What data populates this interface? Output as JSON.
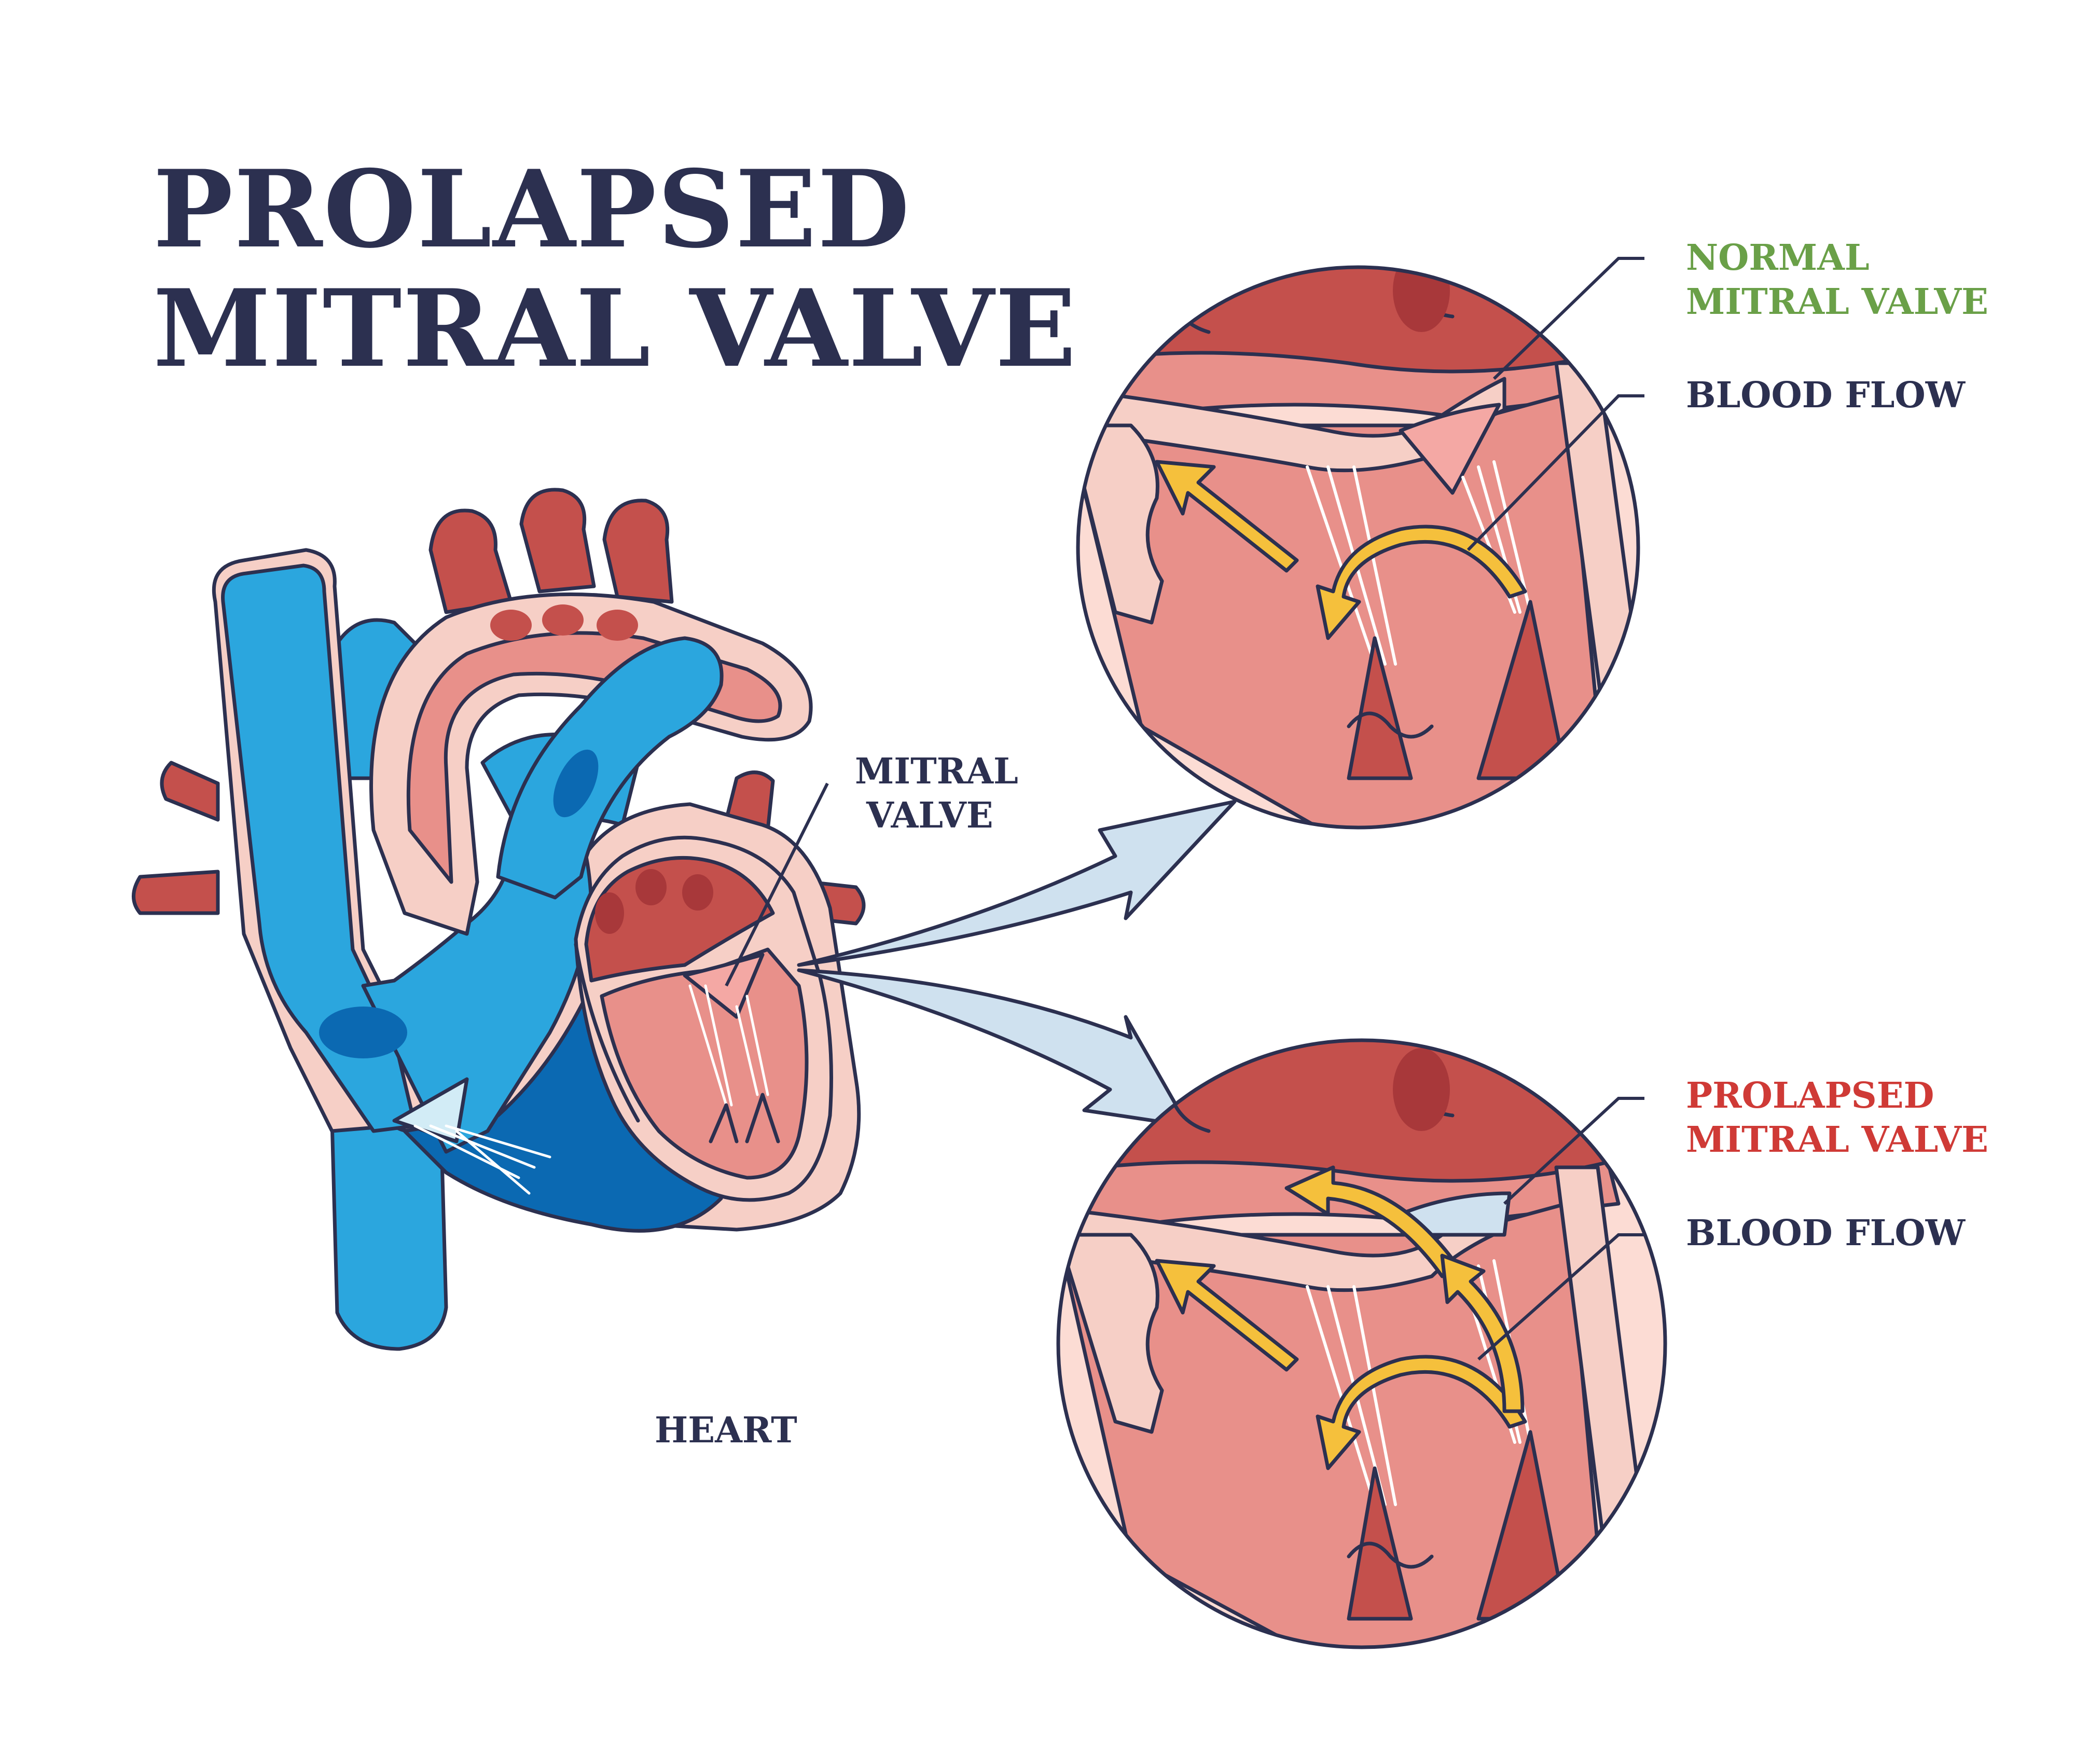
{
  "title": {
    "line1": "PROLAPSED",
    "line2": "MITRAL VALVE"
  },
  "labels": {
    "mitral_valve_line1": "MITRAL",
    "mitral_valve_line2": "VALVE",
    "heart": "HEART",
    "normal_line1": "NORMAL",
    "normal_line2": "MITRAL VALVE",
    "blood_flow_top": "BLOOD FLOW",
    "prolapsed_line1": "PROLAPSED",
    "prolapsed_line2": "MITRAL VALVE",
    "blood_flow_bottom": "BLOOD FLOW"
  },
  "colors": {
    "ink": "#2c3050",
    "normal_label": "#6aa048",
    "prolapsed_label": "#cf3a36",
    "blue": "#2ba6de",
    "dark_blue": "#0b69b2",
    "red": "#c4504c",
    "pink": "#f6cfc6",
    "tissue": "#e8908a",
    "arrow_yellow": "#f5c03c",
    "pointer_arrow": "#cfe1ef"
  }
}
